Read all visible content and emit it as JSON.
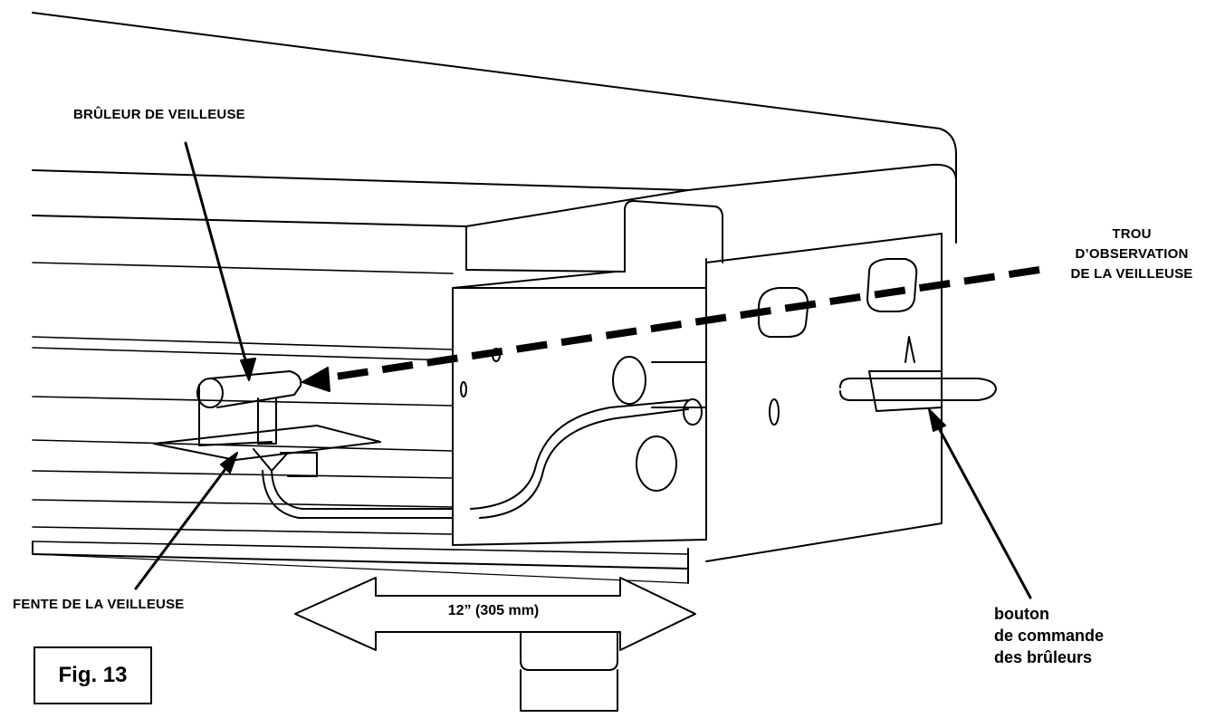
{
  "labels": {
    "pilot_burner": "BRÛLEUR DE VEILLEUSE",
    "pilot_slot": "FENTE DE LA VEILLEUSE",
    "observation_hole": [
      "TROU",
      "D’OBSERVATION",
      "DE LA VEILLEUSE"
    ],
    "control_knob": [
      "bouton",
      "de commande",
      "des brûleurs"
    ],
    "dimension": "12” (305 mm)",
    "figure": "Fig. 13"
  }
}
